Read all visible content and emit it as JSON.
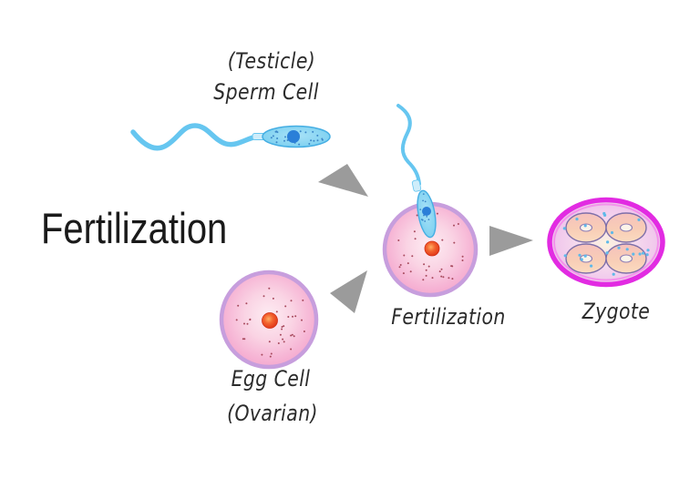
{
  "diagram": {
    "title": "Fertilization",
    "labels": {
      "sperm_parenthetical": "(Testicle)",
      "sperm": "Sperm Cell",
      "fertilization": "Fertilization",
      "zygote": "Zygote",
      "egg": "Egg Cell",
      "egg_parenthetical": "(Ovarian)"
    },
    "colors": {
      "background": "#FFFFFF",
      "text": "#2B2B2B",
      "title_text": "#1A1A1A",
      "sperm_tail_blue": "#66C6F0",
      "sperm_head_fill": "#82D6F3",
      "sperm_head_outline": "#45AEE3",
      "sperm_nucleus_blue": "#2B7FD8",
      "sperm_speckle": "#3C87C8",
      "egg_membrane_lavender": "#C79EDD",
      "egg_cytoplasm_pink": "#F8C5DC",
      "egg_speckle": "#A84A5E",
      "egg_nucleus_red": "#E63C1E",
      "arrow_gray": "#9B9B9B",
      "zygote_membrane_magenta": "#E22BE2",
      "zygote_inner_ring": "#F47FEB",
      "zygote_cytoplasm": "#F0C6EC",
      "blastomere_peach": "#F8CDB6",
      "blastomere_outline": "#7E6FA9",
      "zygote_speckle_blue": "#5FB9E9"
    }
  }
}
